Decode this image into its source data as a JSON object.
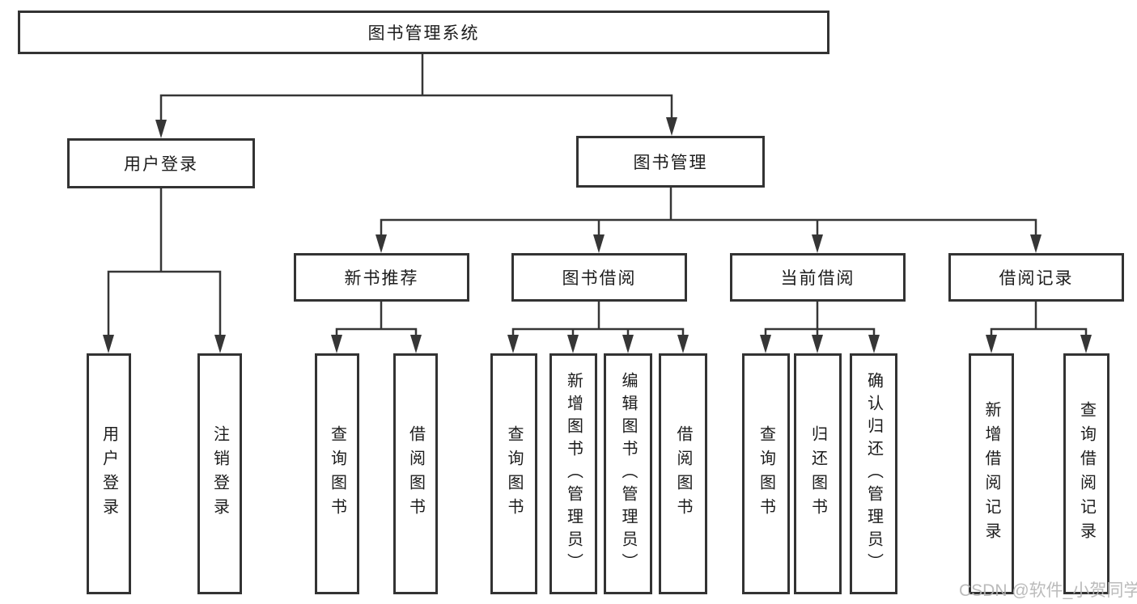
{
  "diagram": {
    "root": {
      "label": "图书管理系统"
    },
    "level2": [
      {
        "id": "user-login",
        "label": "用户登录"
      },
      {
        "id": "book-management",
        "label": "图书管理"
      }
    ],
    "level3": [
      {
        "id": "new-book-recommend",
        "label": "新书推荐",
        "parent": "图书管理"
      },
      {
        "id": "book-borrowing",
        "label": "图书借阅",
        "parent": "图书管理"
      },
      {
        "id": "current-borrowing",
        "label": "当前借阅",
        "parent": "图书管理"
      },
      {
        "id": "borrowing-records",
        "label": "借阅记录",
        "parent": "图书管理"
      }
    ],
    "leaves": [
      {
        "parent": "用户登录",
        "label": "用户登录"
      },
      {
        "parent": "用户登录",
        "label": "注销登录"
      },
      {
        "parent": "新书推荐",
        "label": "查询图书"
      },
      {
        "parent": "新书推荐",
        "label": "借阅图书"
      },
      {
        "parent": "图书借阅",
        "label": "查询图书"
      },
      {
        "parent": "图书借阅",
        "label": "新增图书（管理员）"
      },
      {
        "parent": "图书借阅",
        "label": "编辑图书（管理员）"
      },
      {
        "parent": "图书借阅",
        "label": "借阅图书"
      },
      {
        "parent": "当前借阅",
        "label": "查询图书"
      },
      {
        "parent": "当前借阅",
        "label": "归还图书"
      },
      {
        "parent": "当前借阅",
        "label": "确认归还（管理员）"
      },
      {
        "parent": "借阅记录",
        "label": "新增借阅记录"
      },
      {
        "parent": "借阅记录",
        "label": "查询借阅记录"
      }
    ],
    "watermark": {
      "text": "CSDN @软件_小贺同学"
    },
    "colors": {
      "line": "#363636",
      "border": "#333333",
      "text": "#1c1c1c",
      "background": "#ffffff",
      "watermark": "#b4b4b4"
    }
  }
}
